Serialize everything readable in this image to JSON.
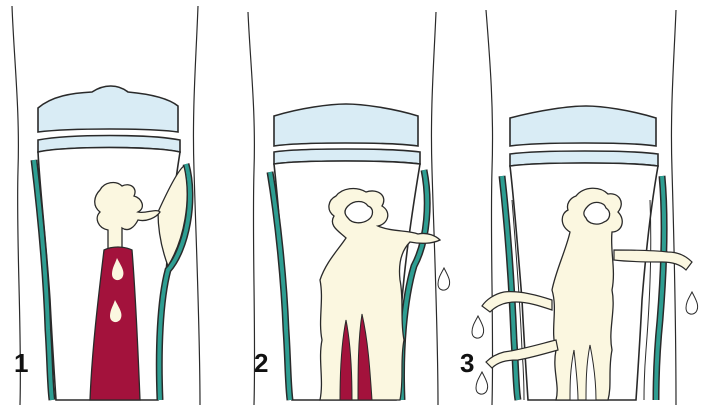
{
  "panels": [
    {
      "label": "1"
    },
    {
      "label": "2"
    },
    {
      "label": "3"
    }
  ],
  "colors": {
    "background": "#ffffff",
    "outline": "#2a2a2a",
    "periosteum": "#2e9e92",
    "cartilage": "#d9ecf5",
    "pus": "#fbf7e0",
    "marrow": "#a3123c",
    "bone": "#ffffff"
  }
}
